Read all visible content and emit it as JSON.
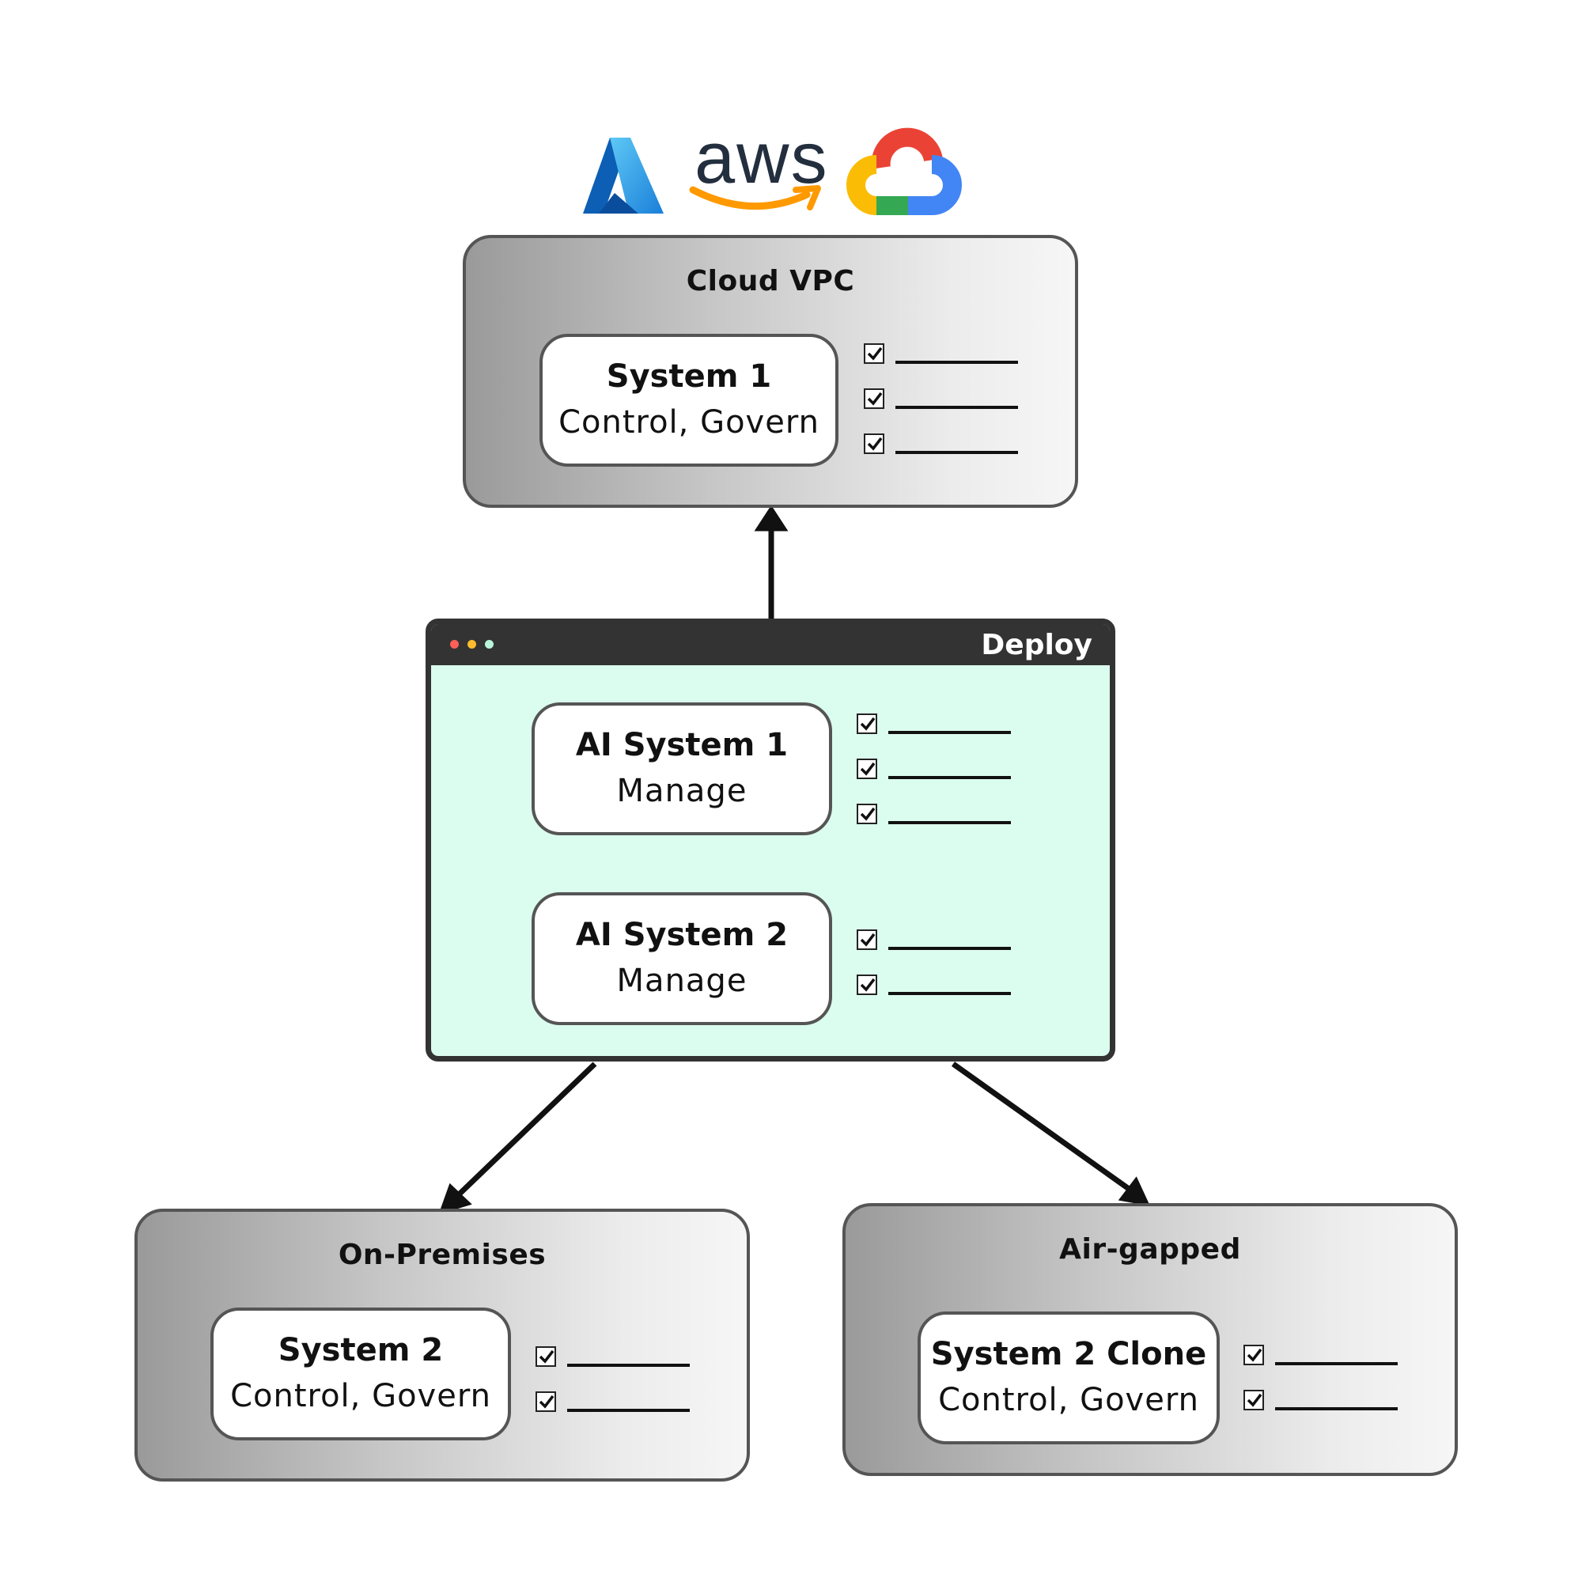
{
  "colors": {
    "window_bg": "#dbfdef",
    "titlebar": "#333333",
    "dot_red": "#ff5f57",
    "dot_yellow": "#febc2e",
    "dot_mint": "#b9f5dc",
    "azure_blue": "#0a6ed1",
    "aws_dark": "#232f3e",
    "aws_orange": "#ff9900",
    "gcloud_red": "#ea4335",
    "gcloud_yellow": "#fbbc05",
    "gcloud_green": "#34a853",
    "gcloud_blue": "#4285f4"
  },
  "logos": {
    "azure": "azure-logo",
    "aws": {
      "icon": "aws-logo",
      "wordmark": "aws"
    },
    "gcloud": "google-cloud-logo"
  },
  "cloud_vpc": {
    "title": "Cloud VPC",
    "system": {
      "name": "System 1",
      "roles": "Control, Govern"
    },
    "checklist_count": 3
  },
  "deploy": {
    "window_title": "Deploy",
    "systems": [
      {
        "name": "AI System 1",
        "roles": "Manage",
        "checklist_count": 3
      },
      {
        "name": "AI System 2",
        "roles": "Manage",
        "checklist_count": 2
      }
    ]
  },
  "on_premises": {
    "title": "On-Premises",
    "system": {
      "name": "System 2",
      "roles": "Control, Govern"
    },
    "checklist_count": 2
  },
  "air_gapped": {
    "title": "Air-gapped",
    "system": {
      "name": "System 2 Clone",
      "roles": "Control, Govern"
    },
    "checklist_count": 2
  }
}
